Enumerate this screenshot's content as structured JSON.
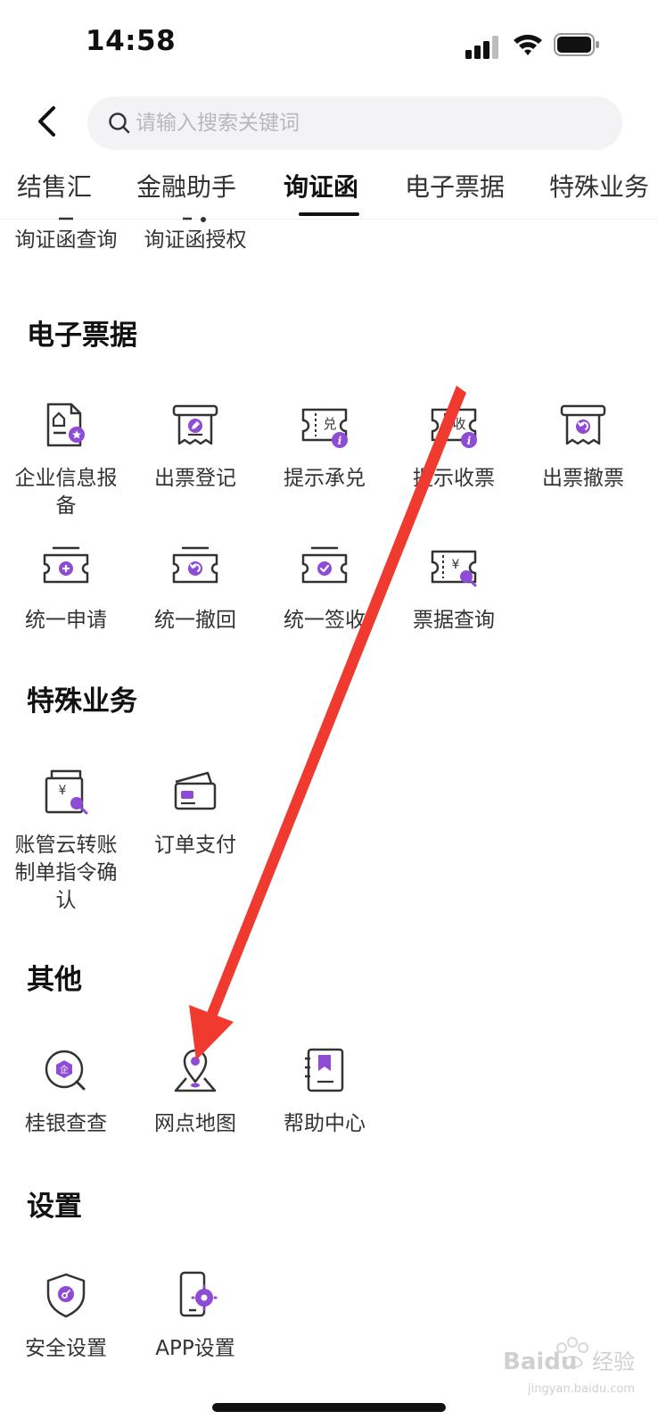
{
  "status_bar": {
    "time": "14:58"
  },
  "search": {
    "placeholder": "请输入搜索关键词"
  },
  "tabs": [
    {
      "label": "结售汇"
    },
    {
      "label": "金融助手"
    },
    {
      "label": "询证函",
      "active": true
    },
    {
      "label": "电子票据"
    },
    {
      "label": "特殊业务"
    }
  ],
  "top_items": [
    {
      "label": "询证函查询"
    },
    {
      "label": "询证函授权"
    }
  ],
  "sections": {
    "e_bill": {
      "title": "电子票据",
      "items": [
        {
          "label": "企业信息报备",
          "icon": "enterprise-document-icon"
        },
        {
          "label": "出票登记",
          "icon": "ticket-register-icon"
        },
        {
          "label": "提示承兑",
          "icon": "acceptance-prompt-icon",
          "glyph": "兑"
        },
        {
          "label": "提示收票",
          "icon": "receive-prompt-icon",
          "glyph": "收"
        },
        {
          "label": "出票撤票",
          "icon": "ticket-revoke-icon"
        },
        {
          "label": "统一申请",
          "icon": "unified-apply-icon"
        },
        {
          "label": "统一撤回",
          "icon": "unified-withdraw-icon"
        },
        {
          "label": "统一签收",
          "icon": "unified-sign-icon"
        },
        {
          "label": "票据查询",
          "icon": "bill-search-icon",
          "glyph": "¥"
        }
      ]
    },
    "special": {
      "title": "特殊业务",
      "items": [
        {
          "label": "账管云转账制单指令确认",
          "icon": "transfer-confirm-icon",
          "glyph": "¥"
        },
        {
          "label": "订单支付",
          "icon": "card-payment-icon"
        }
      ]
    },
    "other": {
      "title": "其他",
      "items": [
        {
          "label": "桂银查查",
          "icon": "enterprise-search-icon",
          "glyph": "企"
        },
        {
          "label": "网点地图",
          "icon": "location-map-icon"
        },
        {
          "label": "帮助中心",
          "icon": "help-book-icon"
        }
      ]
    },
    "settings": {
      "title": "设置",
      "items": [
        {
          "label": "安全设置",
          "icon": "security-shield-icon"
        },
        {
          "label": "APP设置",
          "icon": "app-settings-icon"
        }
      ]
    }
  },
  "colors": {
    "accent": "#8e4bd6",
    "line": "#333333",
    "arrow": "#f03a2f"
  },
  "watermark": {
    "brand": "Baidu",
    "cn": "经验",
    "url": "jingyan.baidu.com"
  }
}
